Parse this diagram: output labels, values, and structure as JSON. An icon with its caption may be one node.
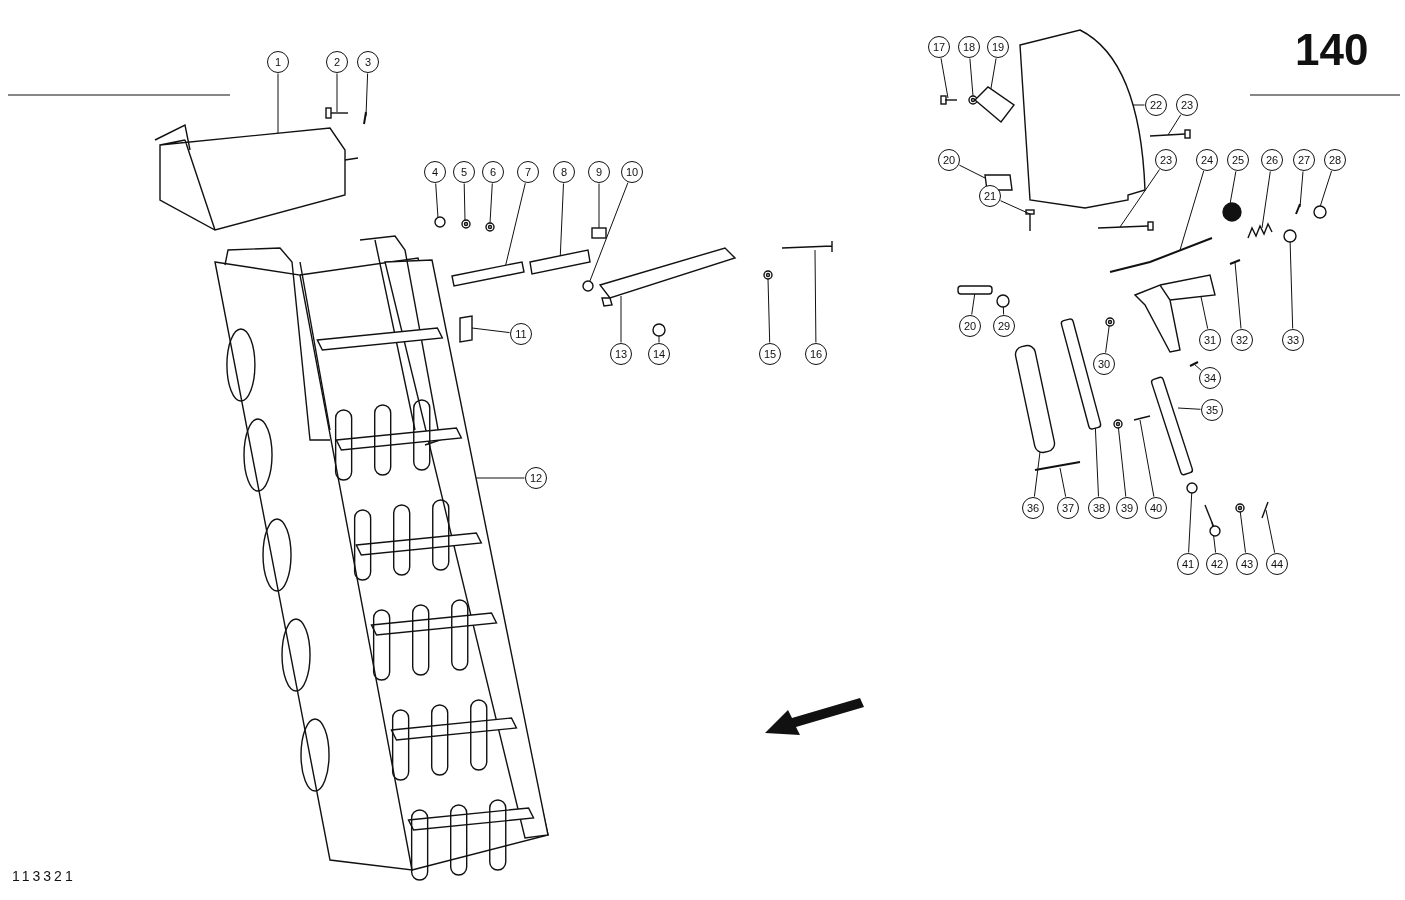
{
  "diagram": {
    "nodes": [
      {
        "text": [
          "1"
        ]
      },
      {
        "text": [
          "2"
        ]
      },
      {
        "text": [
          "3"
        ]
      },
      {
        "text": [
          "4"
        ]
      },
      {
        "text": [
          "5"
        ]
      },
      {
        "text": [
          "6"
        ]
      },
      {
        "text": [
          "7"
        ]
      },
      {
        "text": [
          "8"
        ]
      },
      {
        "text": [
          "9"
        ]
      },
      {
        "text": [
          "10"
        ]
      },
      {
        "text": [
          "11"
        ]
      },
      {
        "text": [
          "12"
        ]
      },
      {
        "text": [
          "13"
        ]
      },
      {
        "text": [
          "14"
        ]
      },
      {
        "text": [
          "15"
        ]
      },
      {
        "text": [
          "16"
        ]
      },
      {
        "text": [
          "17"
        ]
      },
      {
        "text": [
          "18"
        ]
      },
      {
        "text": [
          "19"
        ]
      },
      {
        "text": [
          "20"
        ]
      },
      {
        "text": [
          "21"
        ]
      },
      {
        "text": [
          "22"
        ]
      },
      {
        "text": [
          "23"
        ]
      },
      {
        "text": [
          "23"
        ]
      },
      {
        "text": [
          "24"
        ]
      },
      {
        "text": [
          "25"
        ]
      },
      {
        "text": [
          "26"
        ]
      },
      {
        "text": [
          "27"
        ]
      },
      {
        "text": [
          "28"
        ]
      },
      {
        "text": [
          "20"
        ]
      },
      {
        "text": [
          "29"
        ]
      },
      {
        "text": [
          "30"
        ]
      },
      {
        "text": [
          "31"
        ]
      },
      {
        "text": [
          "32"
        ]
      },
      {
        "text": [
          "33"
        ]
      },
      {
        "text": [
          "34"
        ]
      },
      {
        "text": [
          "35"
        ]
      },
      {
        "text": [
          "36"
        ]
      },
      {
        "text": [
          "37"
        ]
      },
      {
        "text": [
          "38"
        ]
      },
      {
        "text": [
          "39"
        ]
      },
      {
        "text": [
          "40"
        ]
      },
      {
        "text": [
          "41"
        ]
      },
      {
        "text": [
          "42"
        ]
      },
      {
        "text": [
          "43"
        ]
      },
      {
        "text": [
          "44"
        ]
      },
      {
        "text": [],
        "shape": "picture"
      },
      {
        "text": [],
        "shape": "picture"
      },
      {
        "text": [],
        "shape": "picture"
      },
      {
        "text": [],
        "shape": "circle"
      },
      {
        "text": [],
        "shape": "picture"
      },
      {
        "text": [],
        "shape": "picture"
      },
      {
        "text": [],
        "shape": "box"
      },
      {
        "text": [],
        "shape": "box"
      },
      {
        "text": [],
        "shape": "box"
      },
      {
        "text": [],
        "shape": "circle"
      },
      {
        "text": [],
        "shape": "box"
      },
      {
        "text": [],
        "shape": "picture"
      },
      {
        "text": [],
        "shape": "box"
      },
      {
        "text": [],
        "shape": "circle"
      },
      {
        "text": [],
        "shape": "picture"
      },
      {
        "text": [],
        "shape": "picture"
      },
      {
        "text": [],
        "shape": "picture"
      },
      {
        "text": [],
        "shape": "picture"
      },
      {
        "text": [],
        "shape": "box"
      },
      {
        "text": [],
        "shape": "box"
      },
      {
        "text": [],
        "shape": "picture"
      },
      {
        "text": [],
        "shape": "picture"
      },
      {
        "text": [],
        "shape": "picture"
      },
      {
        "text": [],
        "shape": "picture"
      },
      {
        "text": [],
        "shape": "picture"
      },
      {
        "text": [],
        "shape": "circle"
      },
      {
        "text": [],
        "shape": "picture"
      },
      {
        "text": [],
        "shape": "picture"
      },
      {
        "text": [],
        "shape": "circle"
      },
      {
        "text": [],
        "shape": "box"
      },
      {
        "text": [],
        "shape": "circle"
      },
      {
        "text": [],
        "shape": "picture"
      },
      {
        "text": [],
        "shape": "picture"
      },
      {
        "text": [],
        "shape": "picture"
      },
      {
        "text": [],
        "shape": "circle"
      },
      {
        "text": [],
        "shape": "picture"
      },
      {
        "text": [],
        "shape": "box"
      },
      {
        "text": [],
        "shape": "box"
      },
      {
        "text": [],
        "shape": "picture"
      },
      {
        "text": [],
        "shape": "box"
      },
      {
        "text": [],
        "shape": "picture"
      },
      {
        "text": [],
        "shape": "picture"
      },
      {
        "text": [],
        "shape": "circle"
      },
      {
        "text": [],
        "shape": "picture"
      },
      {
        "text": [],
        "shape": "picture"
      },
      {
        "text": [],
        "shape": "picture"
      }
    ],
    "edges": [
      {
        "from": 0,
        "to": 46,
        "arrow": "none"
      },
      {
        "from": 1,
        "to": 47,
        "arrow": "none"
      },
      {
        "from": 2,
        "to": 48,
        "arrow": "none"
      },
      {
        "from": 3,
        "to": 49,
        "arrow": "none"
      },
      {
        "from": 4,
        "to": 50,
        "arrow": "none"
      },
      {
        "from": 5,
        "to": 51,
        "arrow": "none"
      },
      {
        "from": 6,
        "to": 52,
        "arrow": "none"
      },
      {
        "from": 7,
        "to": 53,
        "arrow": "none"
      },
      {
        "from": 8,
        "to": 54,
        "arrow": "none"
      },
      {
        "from": 9,
        "to": 55,
        "arrow": "none"
      },
      {
        "from": 10,
        "to": 56,
        "arrow": "none"
      },
      {
        "from": 11,
        "to": 57,
        "arrow": "none"
      },
      {
        "from": 12,
        "to": 58,
        "arrow": "none"
      },
      {
        "from": 13,
        "to": 59,
        "arrow": "none"
      },
      {
        "from": 14,
        "to": 60,
        "arrow": "none"
      },
      {
        "from": 15,
        "to": 61,
        "arrow": "none"
      },
      {
        "from": 16,
        "to": 62,
        "arrow": "none"
      },
      {
        "from": 17,
        "to": 63,
        "arrow": "none"
      },
      {
        "from": 18,
        "to": 64,
        "arrow": "none"
      },
      {
        "from": 19,
        "to": 65,
        "arrow": "none"
      },
      {
        "from": 20,
        "to": 66,
        "arrow": "none"
      },
      {
        "from": 21,
        "to": 67,
        "arrow": "none"
      },
      {
        "from": 22,
        "to": 68,
        "arrow": "none"
      },
      {
        "from": 23,
        "to": 69,
        "arrow": "none"
      },
      {
        "from": 24,
        "to": 70,
        "arrow": "none"
      },
      {
        "from": 25,
        "to": 71,
        "arrow": "none"
      },
      {
        "from": 26,
        "to": 72,
        "arrow": "none"
      },
      {
        "from": 27,
        "to": 73,
        "arrow": "none"
      },
      {
        "from": 28,
        "to": 74,
        "arrow": "none"
      },
      {
        "from": 29,
        "to": 75,
        "arrow": "none"
      },
      {
        "from": 30,
        "to": 76,
        "arrow": "none"
      },
      {
        "from": 31,
        "to": 77,
        "arrow": "none"
      },
      {
        "from": 32,
        "to": 78,
        "arrow": "none"
      },
      {
        "from": 33,
        "to": 79,
        "arrow": "none"
      },
      {
        "from": 34,
        "to": 80,
        "arrow": "none"
      },
      {
        "from": 35,
        "to": 81,
        "arrow": "none"
      },
      {
        "from": 36,
        "to": 82,
        "arrow": "none"
      },
      {
        "from": 37,
        "to": 83,
        "arrow": "none"
      },
      {
        "from": 38,
        "to": 84,
        "arrow": "none"
      },
      {
        "from": 39,
        "to": 85,
        "arrow": "none"
      },
      {
        "from": 40,
        "to": 86,
        "arrow": "none"
      },
      {
        "from": 41,
        "to": 87,
        "arrow": "none"
      },
      {
        "from": 42,
        "to": 88,
        "arrow": "none"
      },
      {
        "from": 43,
        "to": 89,
        "arrow": "none"
      },
      {
        "from": 44,
        "to": 90,
        "arrow": "none"
      },
      {
        "from": 45,
        "to": 91,
        "arrow": "none"
      }
    ],
    "labels": [
      "140",
      "113321"
    ]
  }
}
